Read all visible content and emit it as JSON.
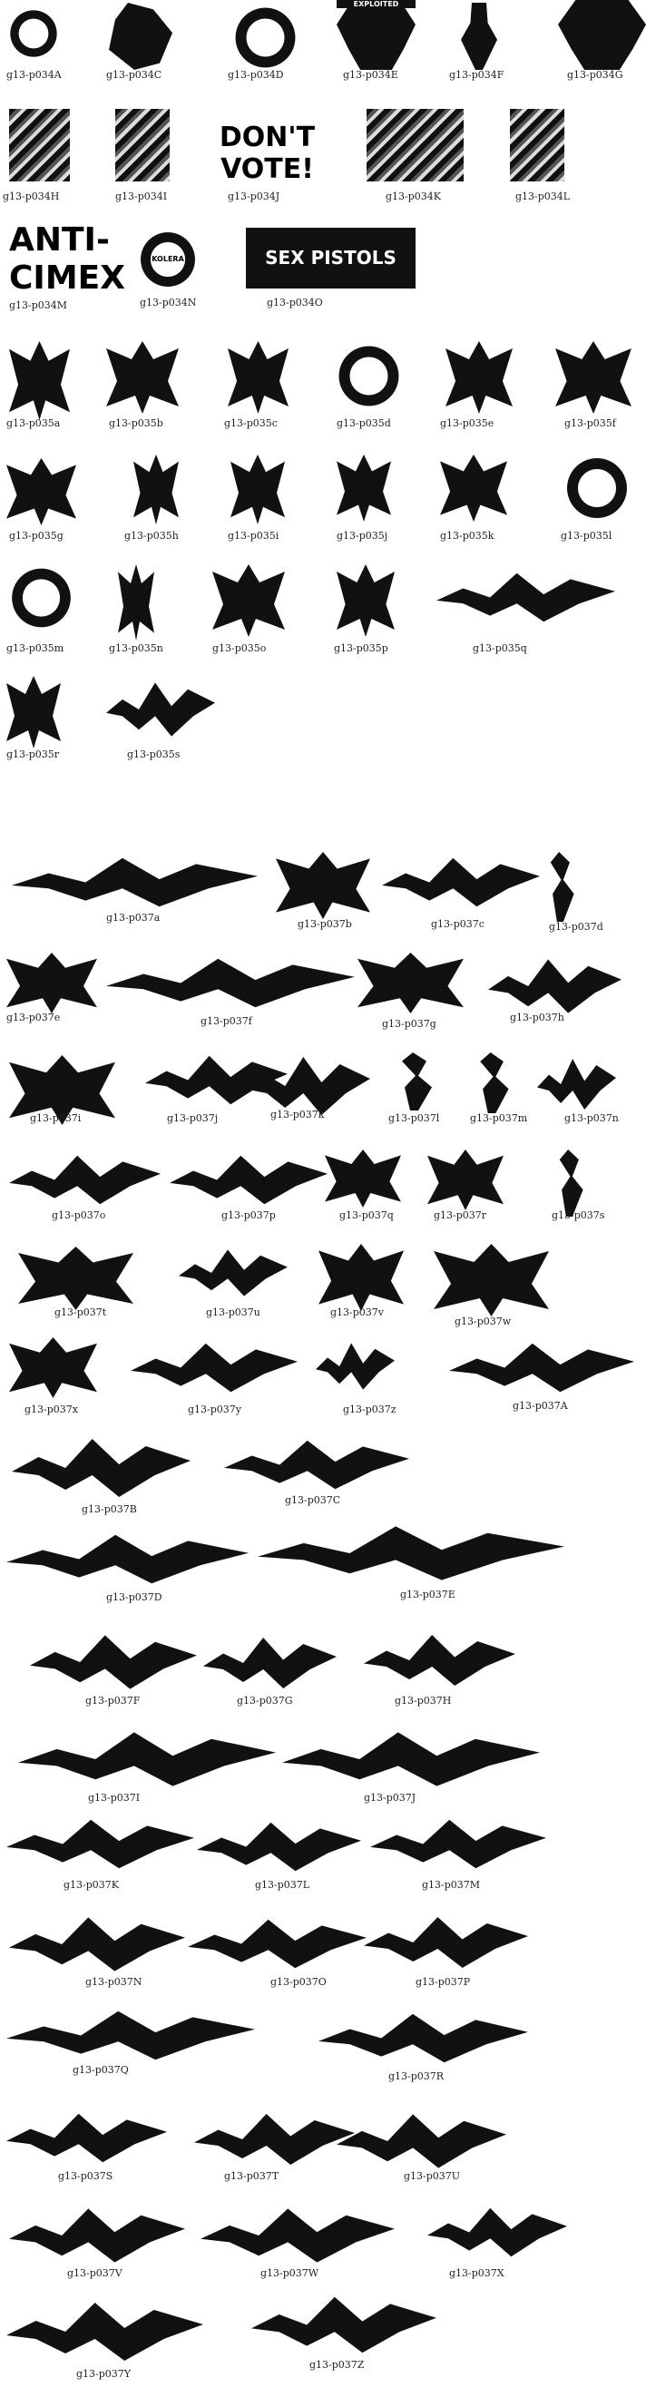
{
  "sheet_labels": {
    "s1": [
      "g13-p034A",
      "g13-p034C",
      "g13-p034D",
      "g13-p034E",
      "g13-p034F",
      "g13-p034G",
      "g13-p034H",
      "g13-p034I",
      "g13-p034J",
      "g13-p034K",
      "g13-p034L",
      "g13-p034M",
      "g13-p034N",
      "g13-p034O"
    ],
    "s2": [
      "g13-p035a",
      "g13-p035b",
      "g13-p035c",
      "g13-p035d",
      "g13-p035e",
      "g13-p035f",
      "g13-p035g",
      "g13-p035h",
      "g13-p035i",
      "g13-p035j",
      "g13-p035k",
      "g13-p035l",
      "g13-p035m",
      "g13-p035n",
      "g13-p035o",
      "g13-p035p",
      "g13-p035q",
      "g13-p035r",
      "g13-p035s"
    ],
    "s3": [
      "g13-p037a",
      "g13-p037b",
      "g13-p037c",
      "g13-p037d",
      "g13-p037e",
      "g13-p037f",
      "g13-p037g",
      "g13-p037h",
      "g13-p037i",
      "g13-p037j",
      "g13-p037k",
      "g13-p037l",
      "g13-p037m",
      "g13-p037n",
      "g13-p037o",
      "g13-p037p",
      "g13-p037q",
      "g13-p037r",
      "g13-p037s",
      "g13-p037t",
      "g13-p037u",
      "g13-p037v",
      "g13-p037w",
      "g13-p037x",
      "g13-p037y",
      "g13-p037z",
      "g13-p037A",
      "g13-p037B",
      "g13-p037C",
      "g13-p037D",
      "g13-p037E",
      "g13-p037F",
      "g13-p037G",
      "g13-p037H",
      "g13-p037I",
      "g13-p037J",
      "g13-p037K",
      "g13-p037L",
      "g13-p037M",
      "g13-p037N",
      "g13-p037O",
      "g13-p037P",
      "g13-p037Q",
      "g13-p037R",
      "g13-p037S",
      "g13-p037T",
      "g13-p037U",
      "g13-p037V",
      "g13-p037W",
      "g13-p037X",
      "g13-p037Y",
      "g13-p037Z"
    ]
  },
  "poster_text": {
    "exploited": "EXPLOITED",
    "dont_vote_1": "DON'T",
    "dont_vote_2": "VOTE!",
    "anti_cimex_1": "ANTI-",
    "anti_cimex_2": "CIMEX",
    "kolera": "KOLERA",
    "sex_pistols": "SEX PISTOLS"
  },
  "colors": {
    "ink": "#111111",
    "caption": "#222222",
    "background": "#ffffff"
  }
}
